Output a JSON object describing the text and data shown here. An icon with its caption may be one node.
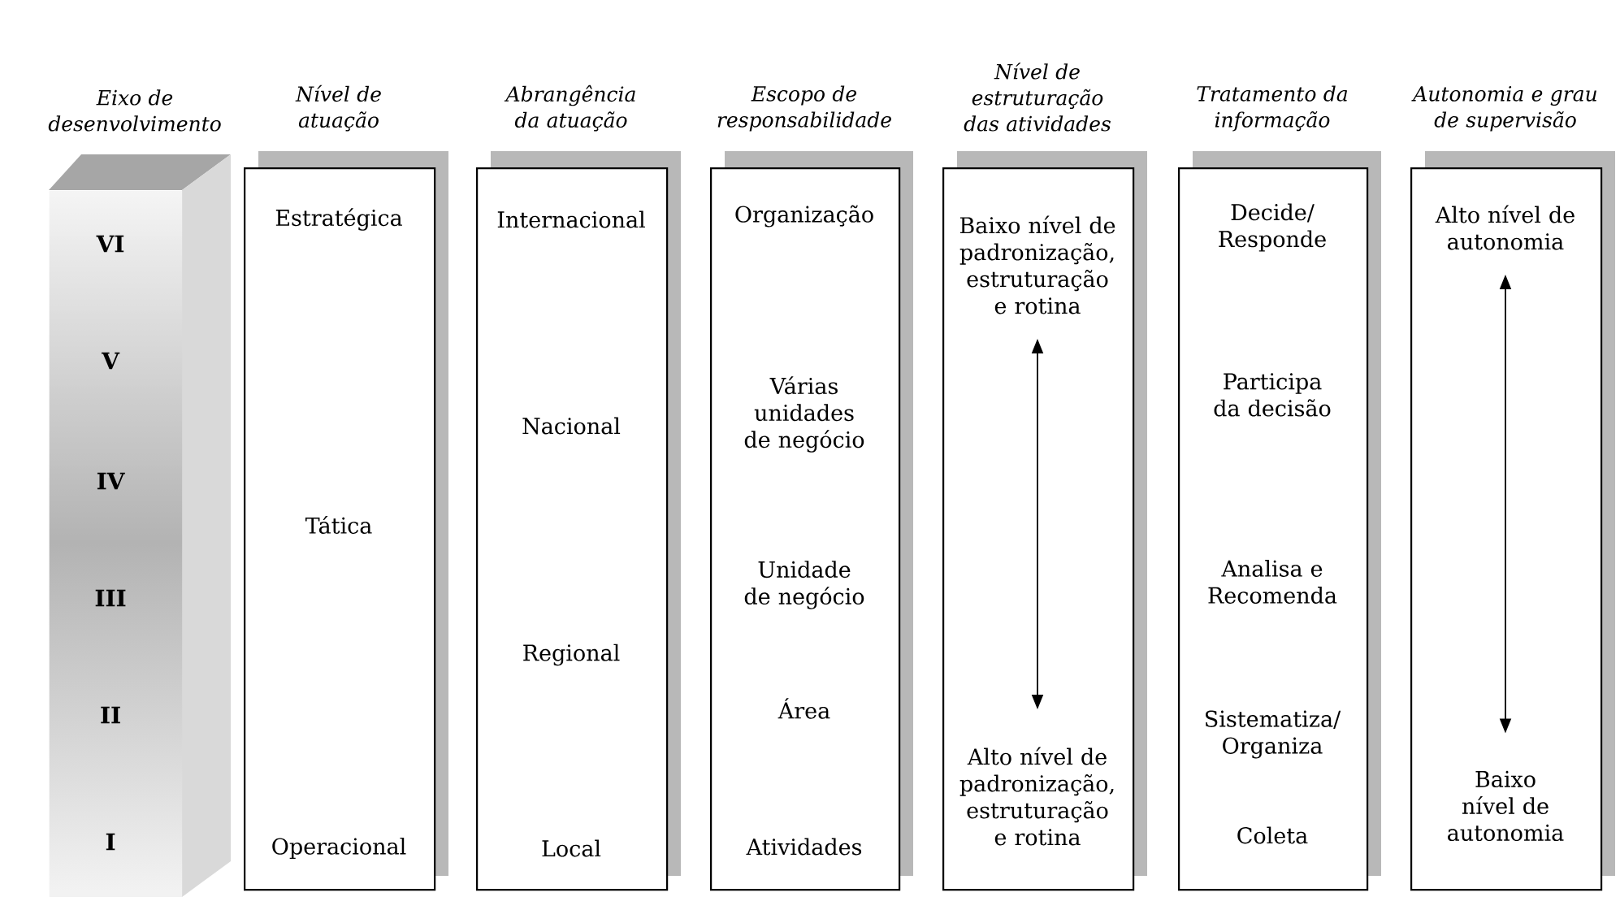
{
  "diagram": {
    "nodes": [
      {
        "text": [
          "Eixo de desenvolvimento"
        ]
      },
      {
        "text": [
          "VI"
        ],
        "in": 0
      },
      {
        "text": [
          "V"
        ],
        "in": 0
      },
      {
        "text": [
          "IV"
        ],
        "in": 0
      },
      {
        "text": [
          "III"
        ],
        "in": 0
      },
      {
        "text": [
          "II"
        ],
        "in": 0
      },
      {
        "text": [
          "I"
        ],
        "in": 0
      },
      {
        "text": [
          "Nível de atuação"
        ]
      },
      {
        "text": [
          "Estratégica"
        ],
        "in": 7
      },
      {
        "text": [
          "Tática"
        ],
        "in": 7
      },
      {
        "text": [
          "Operacional"
        ],
        "in": 7
      },
      {
        "text": [
          "Abrangência da atuação"
        ]
      },
      {
        "text": [
          "Internacional"
        ],
        "in": 11
      },
      {
        "text": [
          "Nacional"
        ],
        "in": 11
      },
      {
        "text": [
          "Regional"
        ],
        "in": 11
      },
      {
        "text": [
          "Local"
        ],
        "in": 11
      },
      {
        "text": [
          "Escopo de responsabilidade"
        ]
      },
      {
        "text": [
          "Organização"
        ],
        "in": 16
      },
      {
        "text": [
          "Várias unidades de negócio"
        ],
        "in": 16
      },
      {
        "text": [
          "Unidade de negócio"
        ],
        "in": 16
      },
      {
        "text": [
          "Área"
        ],
        "in": 16
      },
      {
        "text": [
          "Atividades"
        ],
        "in": 16
      },
      {
        "text": [
          "Nível de estruturação das atividades"
        ]
      },
      {
        "text": [
          "Baixo nível de padronização, estruturação e rotina"
        ],
        "in": 22
      },
      {
        "text": [
          "Alto nível de padronização, estruturação e rotina"
        ],
        "in": 22
      },
      {
        "text": [
          "Tratamento da informação"
        ]
      },
      {
        "text": [
          "Decide/ Responde"
        ],
        "in": 25
      },
      {
        "text": [
          "Participa da decisão"
        ],
        "in": 25
      },
      {
        "text": [
          "Analisa e Recomenda"
        ],
        "in": 25
      },
      {
        "text": [
          "Sistematiza/ Organiza"
        ],
        "in": 25
      },
      {
        "text": [
          "Coleta"
        ],
        "in": 25
      },
      {
        "text": [
          "Autonomia e grau de supervisão"
        ]
      },
      {
        "text": [
          "Alto nível de autonomia"
        ],
        "in": 31
      },
      {
        "text": [
          "Baixo nível de autonomia"
        ],
        "in": 31
      }
    ],
    "edges": [
      {
        "from": 23,
        "to": 24,
        "arrow": "both"
      },
      {
        "from": 32,
        "to": 33,
        "arrow": "both"
      }
    ]
  }
}
